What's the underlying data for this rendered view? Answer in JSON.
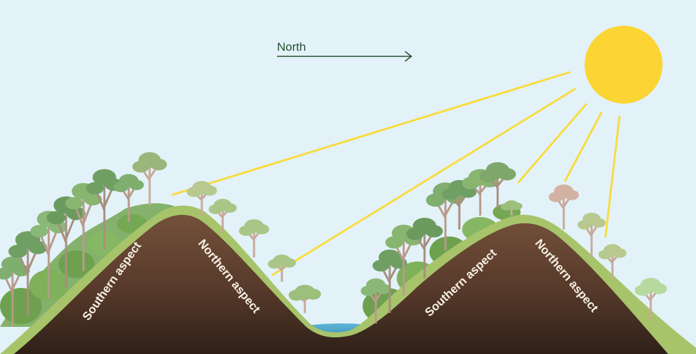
{
  "compass": {
    "label": "North"
  },
  "hills": [
    {
      "south_label": "Southern aspect",
      "north_label": "Northern aspect"
    },
    {
      "south_label": "Southern aspect",
      "north_label": "Northern aspect"
    }
  ],
  "colors": {
    "sky": "#e3f2f9",
    "sun": "#fcd535",
    "sun_ray": "#f8dc3e",
    "soil_top": "#6e4b35",
    "soil_bottom": "#2f2118",
    "grass": "#a7c46a",
    "water": "#4aa3c8",
    "arrow": "#24502e"
  }
}
